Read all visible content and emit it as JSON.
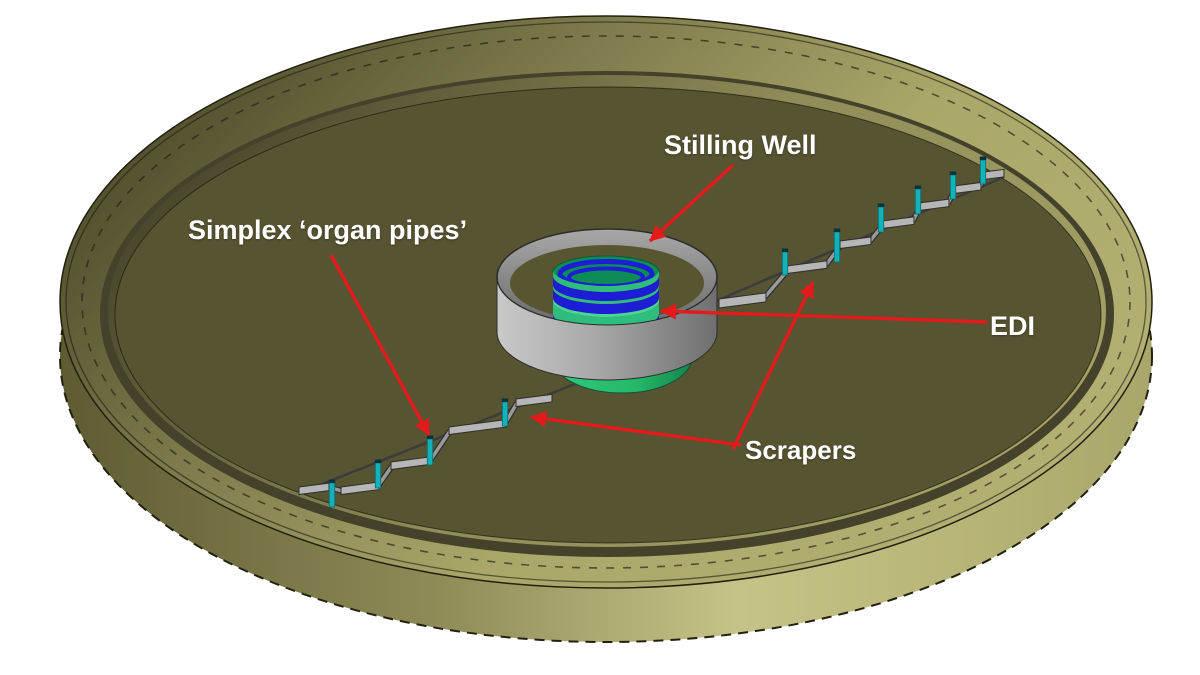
{
  "annotations": {
    "stilling_well": "Stilling Well",
    "simplex_organ_pipes": "Simplex ‘organ pipes’",
    "edi": "EDI",
    "scrapers": "Scrapers"
  },
  "colors": {
    "background": "#ffffff",
    "arrow_red": "#e41a1c",
    "label_text": "#ffffff",
    "tank_floor": "#575431",
    "tank_rim_light": "#b4b175",
    "tank_rim_dark": "#4b4929",
    "tank_wall_light": "#c6c388",
    "tank_wall_dark": "#5e5b33",
    "tank_inner_shadow": "#44422a",
    "edge_line": "#21210f",
    "stilling_well_gray_light": "#c9c9c9",
    "stilling_well_gray_dark": "#6f6f6f",
    "edi_green": "#2ebd7d",
    "edi_green_light": "#4ad693",
    "edi_green_interior": "#0d8c55",
    "edi_blue": "#1d1dd6",
    "hopper_green": "#23b968",
    "scraper_blade_gray": "#b6b6b6",
    "scraper_rod_dark": "#3c3c3c",
    "connector_gray": "#9a9a9a",
    "organ_pipe_teal": "#12b2b8",
    "organ_pipe_cap": "#06343a"
  }
}
